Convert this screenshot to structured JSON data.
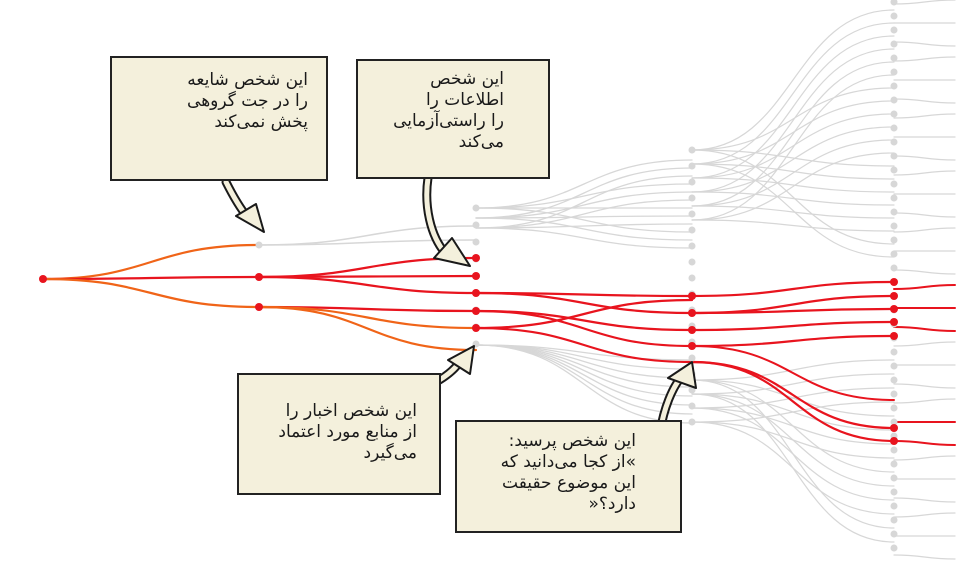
{
  "colors": {
    "background": "#ffffff",
    "spread": "#e8141e",
    "spread_edge": "#f06418",
    "inactive": "#d7d7d7",
    "callout_fill": "#f4f0dc",
    "callout_border": "#222222"
  },
  "callouts": [
    {
      "lines": [
        "این شخص شایعه",
        "را در جت گروهی",
        "پخش نمی‌کند"
      ]
    },
    {
      "lines": [
        "این شخص",
        "اطلاعات را",
        "را راستی‌آزمایی",
        "می‌کند"
      ]
    },
    {
      "lines": [
        "این شخص اخبار را",
        "از منابع مورد اعتماد",
        "می‌گیرد"
      ]
    },
    {
      "lines": [
        "این شخص پرسید:",
        "»از کجا می‌دانید که",
        "این موضوع حقیقت",
        "دارد؟«"
      ]
    }
  ],
  "arrow_icons": [
    "curved-arrow-icon",
    "curved-arrow-icon",
    "curved-arrow-icon",
    "curved-arrow-icon"
  ]
}
